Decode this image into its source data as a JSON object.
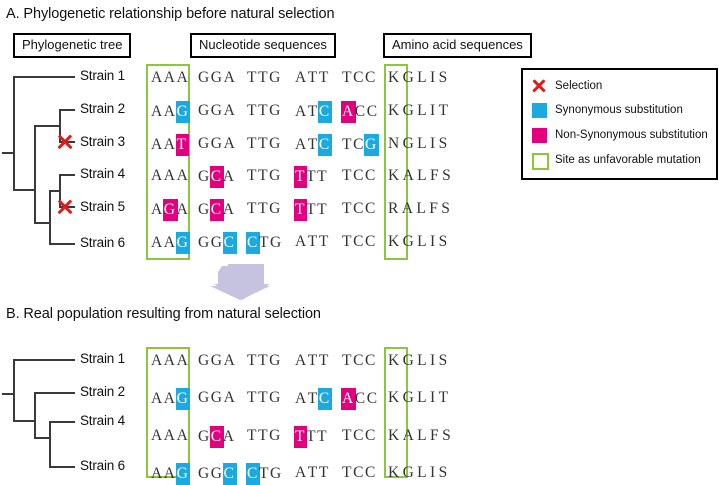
{
  "figure": {
    "panelA": {
      "title": "A. Phylogenetic relationship before natural selection",
      "headers": {
        "tree": "Phylogenetic tree",
        "nucleotide": "Nucleotide sequences",
        "amino": "Amino acid sequences"
      },
      "rows": [
        {
          "strain": "Strain 1",
          "selected": false,
          "codons": [
            [
              {
                "b": "A",
                "h": "none"
              },
              {
                "b": "A",
                "h": "none"
              },
              {
                "b": "A",
                "h": "none"
              }
            ],
            [
              {
                "b": "G",
                "h": "none"
              },
              {
                "b": "G",
                "h": "none"
              },
              {
                "b": "A",
                "h": "none"
              }
            ],
            [
              {
                "b": "T",
                "h": "none"
              },
              {
                "b": "T",
                "h": "none"
              },
              {
                "b": "G",
                "h": "none"
              }
            ],
            [
              {
                "b": "A",
                "h": "none"
              },
              {
                "b": "T",
                "h": "none"
              },
              {
                "b": "T",
                "h": "none"
              }
            ],
            [
              {
                "b": "T",
                "h": "none"
              },
              {
                "b": "C",
                "h": "none"
              },
              {
                "b": "C",
                "h": "none"
              }
            ]
          ],
          "amino": "KGLIS"
        },
        {
          "strain": "Strain 2",
          "selected": false,
          "codons": [
            [
              {
                "b": "A",
                "h": "none"
              },
              {
                "b": "A",
                "h": "none"
              },
              {
                "b": "G",
                "h": "syn"
              }
            ],
            [
              {
                "b": "G",
                "h": "none"
              },
              {
                "b": "G",
                "h": "none"
              },
              {
                "b": "A",
                "h": "none"
              }
            ],
            [
              {
                "b": "T",
                "h": "none"
              },
              {
                "b": "T",
                "h": "none"
              },
              {
                "b": "G",
                "h": "none"
              }
            ],
            [
              {
                "b": "A",
                "h": "none"
              },
              {
                "b": "T",
                "h": "none"
              },
              {
                "b": "C",
                "h": "syn"
              }
            ],
            [
              {
                "b": "A",
                "h": "non"
              },
              {
                "b": "C",
                "h": "none"
              },
              {
                "b": "C",
                "h": "none"
              }
            ]
          ],
          "amino": "KGLIT"
        },
        {
          "strain": "Strain 3",
          "selected": true,
          "codons": [
            [
              {
                "b": "A",
                "h": "none"
              },
              {
                "b": "A",
                "h": "none"
              },
              {
                "b": "T",
                "h": "non"
              }
            ],
            [
              {
                "b": "G",
                "h": "none"
              },
              {
                "b": "G",
                "h": "none"
              },
              {
                "b": "A",
                "h": "none"
              }
            ],
            [
              {
                "b": "T",
                "h": "none"
              },
              {
                "b": "T",
                "h": "none"
              },
              {
                "b": "G",
                "h": "none"
              }
            ],
            [
              {
                "b": "A",
                "h": "none"
              },
              {
                "b": "T",
                "h": "none"
              },
              {
                "b": "C",
                "h": "syn"
              }
            ],
            [
              {
                "b": "T",
                "h": "none"
              },
              {
                "b": "C",
                "h": "none"
              },
              {
                "b": "G",
                "h": "syn"
              }
            ]
          ],
          "amino": "NGLIS"
        },
        {
          "strain": "Strain 4",
          "selected": false,
          "codons": [
            [
              {
                "b": "A",
                "h": "none"
              },
              {
                "b": "A",
                "h": "none"
              },
              {
                "b": "A",
                "h": "none"
              }
            ],
            [
              {
                "b": "G",
                "h": "none"
              },
              {
                "b": "C",
                "h": "non"
              },
              {
                "b": "A",
                "h": "none"
              }
            ],
            [
              {
                "b": "T",
                "h": "none"
              },
              {
                "b": "T",
                "h": "none"
              },
              {
                "b": "G",
                "h": "none"
              }
            ],
            [
              {
                "b": "T",
                "h": "non"
              },
              {
                "b": "T",
                "h": "none"
              },
              {
                "b": "T",
                "h": "none"
              }
            ],
            [
              {
                "b": "T",
                "h": "none"
              },
              {
                "b": "C",
                "h": "none"
              },
              {
                "b": "C",
                "h": "none"
              }
            ]
          ],
          "amino": "KALFS"
        },
        {
          "strain": "Strain 5",
          "selected": true,
          "codons": [
            [
              {
                "b": "A",
                "h": "none"
              },
              {
                "b": "G",
                "h": "non"
              },
              {
                "b": "A",
                "h": "none"
              }
            ],
            [
              {
                "b": "G",
                "h": "none"
              },
              {
                "b": "C",
                "h": "non"
              },
              {
                "b": "A",
                "h": "none"
              }
            ],
            [
              {
                "b": "T",
                "h": "none"
              },
              {
                "b": "T",
                "h": "none"
              },
              {
                "b": "G",
                "h": "none"
              }
            ],
            [
              {
                "b": "T",
                "h": "non"
              },
              {
                "b": "T",
                "h": "none"
              },
              {
                "b": "T",
                "h": "none"
              }
            ],
            [
              {
                "b": "T",
                "h": "none"
              },
              {
                "b": "C",
                "h": "none"
              },
              {
                "b": "C",
                "h": "none"
              }
            ]
          ],
          "amino": "RALFS"
        },
        {
          "strain": "Strain 6",
          "selected": false,
          "codons": [
            [
              {
                "b": "A",
                "h": "none"
              },
              {
                "b": "A",
                "h": "none"
              },
              {
                "b": "G",
                "h": "syn"
              }
            ],
            [
              {
                "b": "G",
                "h": "none"
              },
              {
                "b": "G",
                "h": "none"
              },
              {
                "b": "C",
                "h": "syn"
              }
            ],
            [
              {
                "b": "C",
                "h": "syn"
              },
              {
                "b": "T",
                "h": "none"
              },
              {
                "b": "G",
                "h": "none"
              }
            ],
            [
              {
                "b": "A",
                "h": "none"
              },
              {
                "b": "T",
                "h": "none"
              },
              {
                "b": "T",
                "h": "none"
              }
            ],
            [
              {
                "b": "T",
                "h": "none"
              },
              {
                "b": "C",
                "h": "none"
              },
              {
                "b": "C",
                "h": "none"
              }
            ]
          ],
          "amino": "KGLIS"
        }
      ]
    },
    "panelB": {
      "title": "B. Real population resulting from natural selection",
      "rows": [
        {
          "strain": "Strain 1",
          "codons": [
            [
              {
                "b": "A",
                "h": "none"
              },
              {
                "b": "A",
                "h": "none"
              },
              {
                "b": "A",
                "h": "none"
              }
            ],
            [
              {
                "b": "G",
                "h": "none"
              },
              {
                "b": "G",
                "h": "none"
              },
              {
                "b": "A",
                "h": "none"
              }
            ],
            [
              {
                "b": "T",
                "h": "none"
              },
              {
                "b": "T",
                "h": "none"
              },
              {
                "b": "G",
                "h": "none"
              }
            ],
            [
              {
                "b": "A",
                "h": "none"
              },
              {
                "b": "T",
                "h": "none"
              },
              {
                "b": "T",
                "h": "none"
              }
            ],
            [
              {
                "b": "T",
                "h": "none"
              },
              {
                "b": "C",
                "h": "none"
              },
              {
                "b": "C",
                "h": "none"
              }
            ]
          ],
          "amino": "KGLIS"
        },
        {
          "strain": "Strain 2",
          "codons": [
            [
              {
                "b": "A",
                "h": "none"
              },
              {
                "b": "A",
                "h": "none"
              },
              {
                "b": "G",
                "h": "syn"
              }
            ],
            [
              {
                "b": "G",
                "h": "none"
              },
              {
                "b": "G",
                "h": "none"
              },
              {
                "b": "A",
                "h": "none"
              }
            ],
            [
              {
                "b": "T",
                "h": "none"
              },
              {
                "b": "T",
                "h": "none"
              },
              {
                "b": "G",
                "h": "none"
              }
            ],
            [
              {
                "b": "A",
                "h": "none"
              },
              {
                "b": "T",
                "h": "none"
              },
              {
                "b": "C",
                "h": "syn"
              }
            ],
            [
              {
                "b": "A",
                "h": "non"
              },
              {
                "b": "C",
                "h": "none"
              },
              {
                "b": "C",
                "h": "none"
              }
            ]
          ],
          "amino": "KGLIT"
        },
        {
          "strain": "Strain 4",
          "codons": [
            [
              {
                "b": "A",
                "h": "none"
              },
              {
                "b": "A",
                "h": "none"
              },
              {
                "b": "A",
                "h": "none"
              }
            ],
            [
              {
                "b": "G",
                "h": "none"
              },
              {
                "b": "C",
                "h": "non"
              },
              {
                "b": "A",
                "h": "none"
              }
            ],
            [
              {
                "b": "T",
                "h": "none"
              },
              {
                "b": "T",
                "h": "none"
              },
              {
                "b": "G",
                "h": "none"
              }
            ],
            [
              {
                "b": "T",
                "h": "non"
              },
              {
                "b": "T",
                "h": "none"
              },
              {
                "b": "T",
                "h": "none"
              }
            ],
            [
              {
                "b": "T",
                "h": "none"
              },
              {
                "b": "C",
                "h": "none"
              },
              {
                "b": "C",
                "h": "none"
              }
            ]
          ],
          "amino": "KALFS"
        },
        {
          "strain": "Strain 6",
          "codons": [
            [
              {
                "b": "A",
                "h": "none"
              },
              {
                "b": "A",
                "h": "none"
              },
              {
                "b": "G",
                "h": "syn"
              }
            ],
            [
              {
                "b": "G",
                "h": "none"
              },
              {
                "b": "G",
                "h": "none"
              },
              {
                "b": "C",
                "h": "syn"
              }
            ],
            [
              {
                "b": "C",
                "h": "syn"
              },
              {
                "b": "T",
                "h": "none"
              },
              {
                "b": "G",
                "h": "none"
              }
            ],
            [
              {
                "b": "A",
                "h": "none"
              },
              {
                "b": "T",
                "h": "none"
              },
              {
                "b": "T",
                "h": "none"
              }
            ],
            [
              {
                "b": "T",
                "h": "none"
              },
              {
                "b": "C",
                "h": "none"
              },
              {
                "b": "C",
                "h": "none"
              }
            ]
          ],
          "amino": "KGLIS"
        }
      ]
    },
    "legend": {
      "items": [
        {
          "icon": "x-mark",
          "label": "Selection"
        },
        {
          "icon": "cyan-swatch",
          "label": "Synonymous substitution"
        },
        {
          "icon": "magenta-swatch",
          "label": "Non-Synonymous substitution"
        },
        {
          "icon": "green-outline-swatch",
          "label": "Site as unfavorable mutation"
        }
      ]
    },
    "colors": {
      "synonymous": "#1ba9e0",
      "non_synonymous": "#e3007f",
      "unfavorable_site_outline": "#8cc63e",
      "selection_x": "#e01b1b",
      "arrow": "#c6c3e0"
    }
  }
}
